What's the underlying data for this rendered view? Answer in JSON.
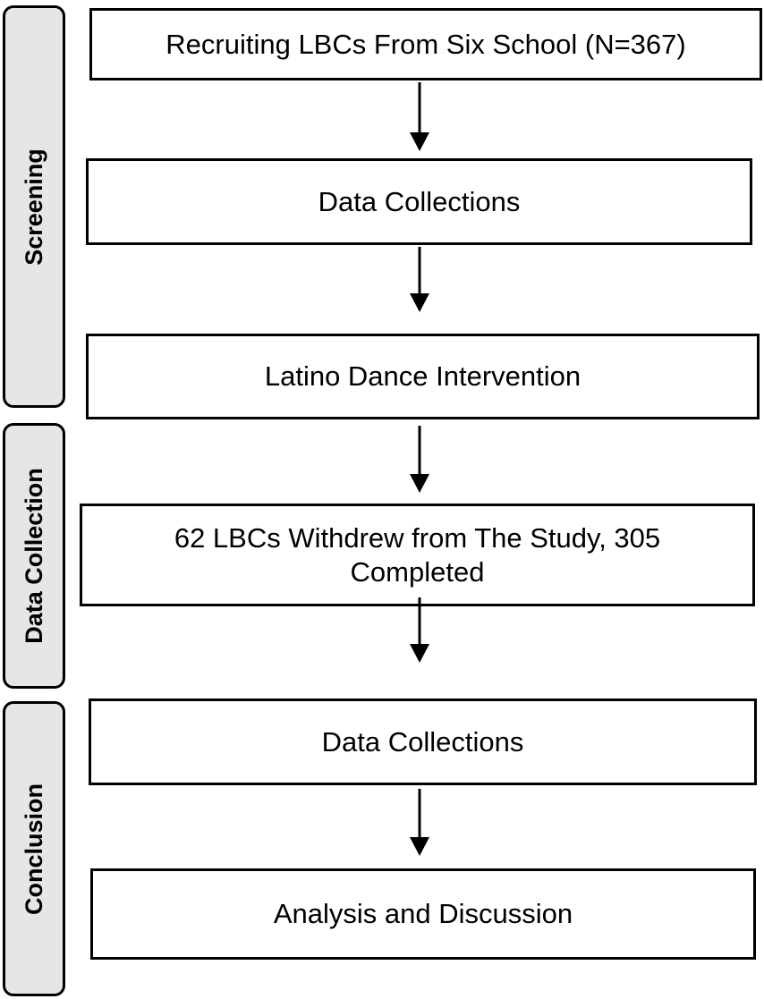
{
  "stages": [
    {
      "label": "Screening"
    },
    {
      "label": "Data Collection"
    },
    {
      "label": "Conclusion"
    }
  ],
  "boxes": [
    {
      "text": "Recruiting LBCs From Six School (N=367)"
    },
    {
      "text": "Data Collections"
    },
    {
      "text": "Latino Dance Intervention"
    },
    {
      "text": "62 LBCs Withdrew from The Study, 305 Completed"
    },
    {
      "text": "Data Collections"
    },
    {
      "text": "Analysis and Discussion"
    }
  ]
}
